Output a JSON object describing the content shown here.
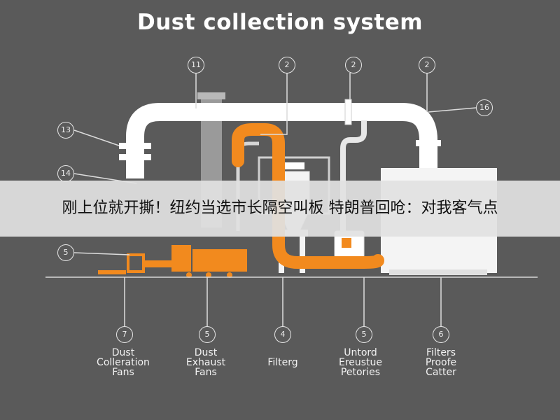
{
  "title": "Dust collection system",
  "callouts_top": [
    "11",
    "2",
    "2",
    "2",
    "16"
  ],
  "callouts_left": [
    "13",
    "14",
    "5"
  ],
  "callouts_bottom": [
    "7",
    "5",
    "4",
    "5",
    "6"
  ],
  "bottom_labels": [
    {
      "lines": [
        "Dust",
        "Colleration",
        "Fans"
      ]
    },
    {
      "lines": [
        "Dust",
        "Exhaust",
        "Fans"
      ]
    },
    {
      "lines": [
        "Filterg"
      ]
    },
    {
      "lines": [
        "Untord",
        "Ereustue",
        "Petories"
      ]
    },
    {
      "lines": [
        "Filters",
        "Proofe",
        "Catter"
      ]
    }
  ],
  "banner_text": "刚上位就开撕！纽约当选市长隔空叫板 特朗普回呛：对我客气点",
  "colors": {
    "background": "#5a5a5a",
    "pipe": "#ffffff",
    "accent": "#f28a1e",
    "banner": "#e1e1e1"
  }
}
